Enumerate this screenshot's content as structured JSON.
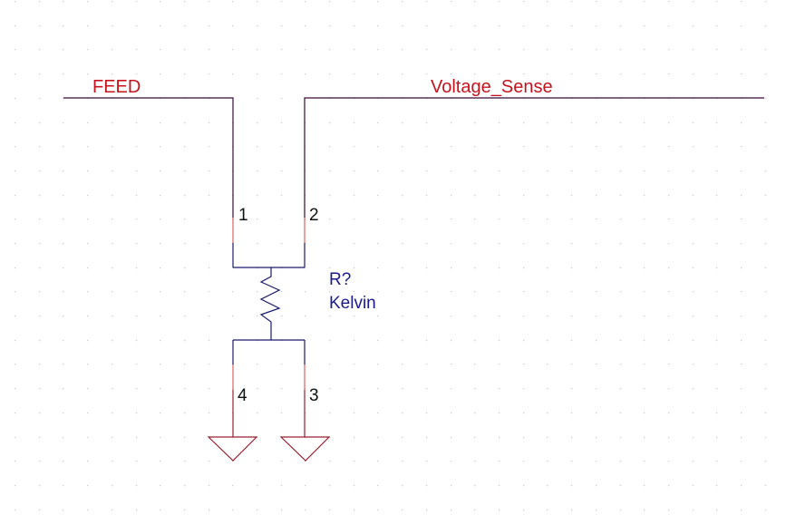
{
  "schematic": {
    "nets": [
      {
        "name": "FEED",
        "color": "#c4141e"
      },
      {
        "name": "Voltage_Sense",
        "color": "#c4141e"
      }
    ],
    "component": {
      "reference": "R?",
      "value": "Kelvin",
      "type": "resistor",
      "pins": [
        "1",
        "2",
        "3",
        "4"
      ]
    },
    "ground_symbols": 2,
    "colors": {
      "wire": "#3a0a3a",
      "pin": "#e06060",
      "body": "#1a1a6e",
      "ground": "#9a2030",
      "net_label": "#c4141e",
      "ref_text": "#1a1a8c",
      "grid": "#c8c8c8"
    }
  }
}
